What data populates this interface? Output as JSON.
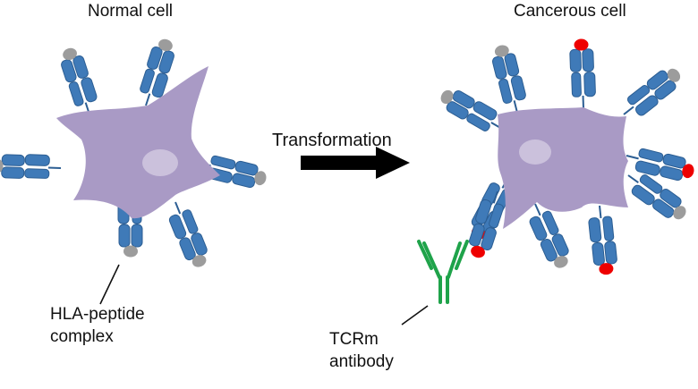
{
  "labels": {
    "normal_cell": "Normal cell",
    "cancerous_cell": "Cancerous cell",
    "transformation": "Transformation",
    "hla_line1": "HLA-peptide",
    "hla_line2": "complex",
    "tcrm_line1": "TCRm",
    "tcrm_line2": "antibody"
  },
  "colors": {
    "cell_body": "#a99ac5",
    "nucleus": "#cbc1dc",
    "hla_complex": "#3f7ab8",
    "hla_outline": "#2c5e93",
    "normal_peptide": "#9c9c9c",
    "cancer_peptide": "#ee0000",
    "antibody": "#1fa34a",
    "arrow": "#000000",
    "text": "#111111"
  },
  "icons": {
    "normal_cell": "cell-icon",
    "cancer_cell": "cell-icon",
    "hla_complex": "hla-peptide-complex-icon",
    "antibody": "y-shaped-antibody-icon",
    "arrow": "right-arrow-icon"
  }
}
